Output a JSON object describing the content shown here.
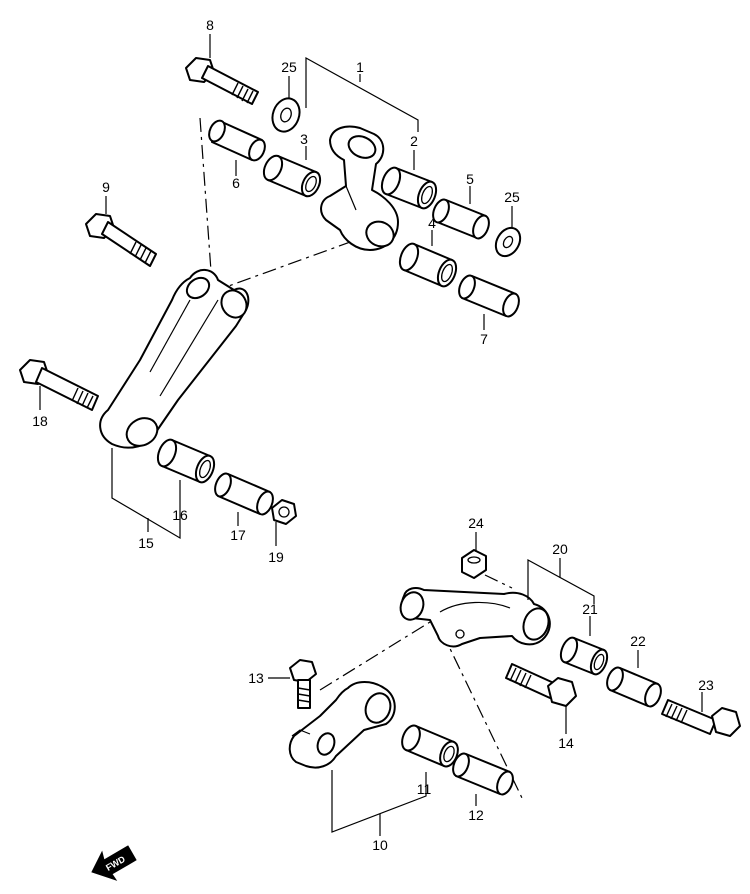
{
  "callouts": {
    "c1": "1",
    "c2": "2",
    "c3": "3",
    "c4": "4",
    "c5": "5",
    "c6": "6",
    "c7": "7",
    "c8": "8",
    "c9": "9",
    "c10": "10",
    "c11": "11",
    "c12": "12",
    "c13": "13",
    "c14": "14",
    "c15": "15",
    "c16": "16",
    "c17": "17",
    "c18": "18",
    "c19": "19",
    "c20": "20",
    "c21": "21",
    "c22": "22",
    "c23": "23",
    "c24": "24",
    "c25a": "25",
    "c25b": "25"
  },
  "fwd_label": "FWD"
}
